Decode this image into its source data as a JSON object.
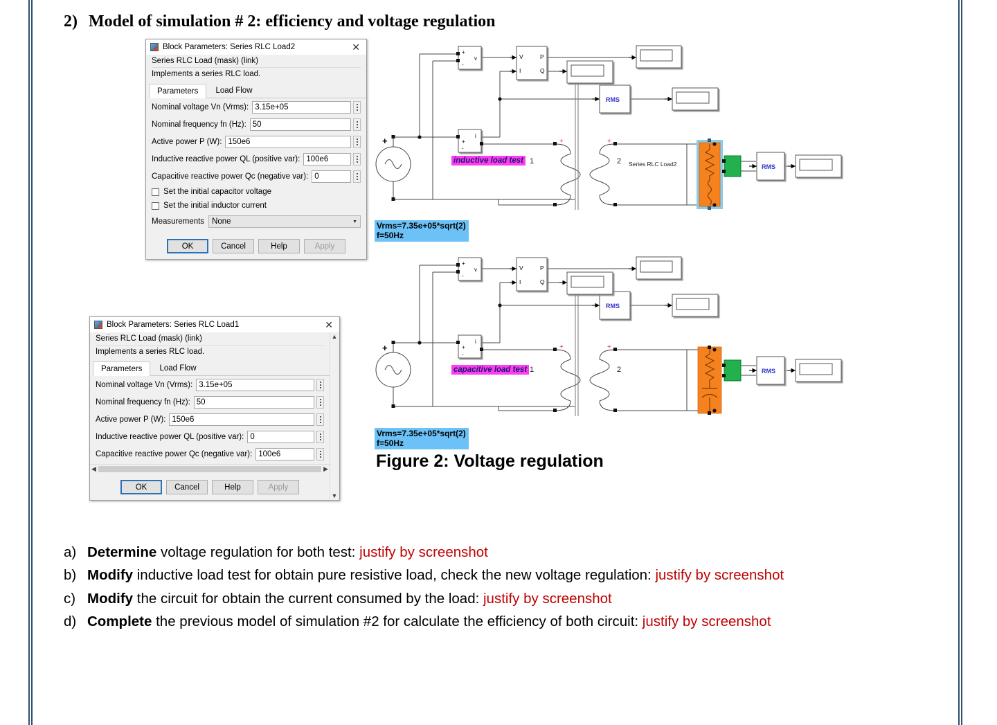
{
  "heading": {
    "number": "2)",
    "title": "Model of simulation # 2: efficiency and voltage regulation"
  },
  "dialogs": [
    {
      "id": "series-rlc-load2",
      "title": "Block Parameters: Series RLC Load2",
      "close_label": "✕",
      "desc_line1": "Series RLC Load (mask) (link)",
      "desc_line2": "Implements a series RLC load.",
      "tabs": [
        {
          "label": "Parameters",
          "active": true
        },
        {
          "label": "Load Flow",
          "active": false
        }
      ],
      "fields": [
        {
          "label": "Nominal voltage Vn (Vrms):",
          "value": "3.15e+05"
        },
        {
          "label": "Nominal frequency fn (Hz):",
          "value": "50"
        },
        {
          "label": "Active power P (W):",
          "value": "150e6"
        },
        {
          "label": "Inductive reactive power QL (positive var):",
          "value": "100e6"
        },
        {
          "label": "Capacitive reactive power Qc (negative var):",
          "value": "0"
        }
      ],
      "checkboxes": [
        {
          "label": "Set the initial capacitor voltage",
          "checked": false
        },
        {
          "label": "Set the initial inductor current",
          "checked": false
        }
      ],
      "select": {
        "label": "Measurements",
        "value": "None"
      },
      "buttons": [
        {
          "label": "OK",
          "style": "primary"
        },
        {
          "label": "Cancel",
          "style": "normal"
        },
        {
          "label": "Help",
          "style": "normal"
        },
        {
          "label": "Apply",
          "style": "disabled"
        }
      ]
    },
    {
      "id": "series-rlc-load1",
      "title": "Block Parameters: Series RLC Load1",
      "close_label": "✕",
      "desc_line1": "Series RLC Load (mask) (link)",
      "desc_line2": "Implements a series RLC load.",
      "tabs": [
        {
          "label": "Parameters",
          "active": true
        },
        {
          "label": "Load Flow",
          "active": false
        }
      ],
      "fields": [
        {
          "label": "Nominal voltage Vn (Vrms):",
          "value": "3.15e+05"
        },
        {
          "label": "Nominal frequency fn (Hz):",
          "value": "50"
        },
        {
          "label": "Active power P (W):",
          "value": "150e6"
        },
        {
          "label": "Inductive reactive power QL (positive var):",
          "value": "0"
        },
        {
          "label": "Capacitive reactive power Qc (negative var):",
          "value": "100e6"
        }
      ],
      "buttons": [
        {
          "label": "OK",
          "style": "primary"
        },
        {
          "label": "Cancel",
          "style": "normal"
        },
        {
          "label": "Help",
          "style": "normal"
        },
        {
          "label": "Apply",
          "style": "disabled"
        }
      ]
    }
  ],
  "circuits": {
    "top": {
      "test_label": "inductive load test",
      "source_note_line1": "Vrms=7.35e+05*sqrt(2)",
      "source_note_line2": "f=50Hz",
      "winding_primary_number": "1",
      "winding_secondary_number": "2",
      "load_label": "Series RLC Load2",
      "vi_block": {
        "plus": "+",
        "minus": "-",
        "v": "v",
        "i": "i"
      },
      "pq_block": {
        "in_v": "V",
        "in_i": "I",
        "out_p": "P",
        "out_q": "Q"
      },
      "rms_label": "RMS",
      "source_polarity": "+"
    },
    "bottom": {
      "test_label": "capacitive load test",
      "source_note_line1": "Vrms=7.35e+05*sqrt(2)",
      "source_note_line2": "f=50Hz",
      "winding_primary_number": "1",
      "winding_secondary_number": "2",
      "load_label": "",
      "vi_block": {
        "plus": "+",
        "minus": "-",
        "v": "v",
        "i": "i"
      },
      "pq_block": {
        "in_v": "V",
        "in_i": "I",
        "out_p": "P",
        "out_q": "Q"
      },
      "rms_label": "RMS",
      "source_polarity": "+"
    }
  },
  "figure_caption": "Figure 2: Voltage regulation",
  "questions": [
    {
      "marker": "a)",
      "segments": [
        {
          "text": "Determine ",
          "bold": true,
          "red": false
        },
        {
          "text": "voltage regulation for both test: ",
          "bold": false,
          "red": false
        },
        {
          "text": "justify by screenshot",
          "bold": false,
          "red": true
        }
      ]
    },
    {
      "marker": "b)",
      "segments": [
        {
          "text": "Modify ",
          "bold": true,
          "red": false
        },
        {
          "text": "inductive load test for obtain pure resistive load, check the new voltage regulation: ",
          "bold": false,
          "red": false
        },
        {
          "text": "justify by screenshot",
          "bold": false,
          "red": true
        }
      ]
    },
    {
      "marker": "c)",
      "segments": [
        {
          "text": "Modify ",
          "bold": true,
          "red": false
        },
        {
          "text": "the circuit for obtain the current consumed by the load: ",
          "bold": false,
          "red": false
        },
        {
          "text": "justify by screenshot",
          "bold": false,
          "red": true
        }
      ]
    },
    {
      "marker": "d)",
      "segments": [
        {
          "text": "Complete ",
          "bold": true,
          "red": false
        },
        {
          "text": "the previous model of simulation #2 for calculate the efficiency of both circuit: ",
          "bold": false,
          "red": false
        },
        {
          "text": "justify by screenshot",
          "bold": false,
          "red": true
        }
      ]
    }
  ],
  "colors": {
    "border_rule": "#2e4f6e",
    "highlight_magenta": "#ff3df0",
    "highlight_blue": "#6cc1f7",
    "load_orange": "#f5821f",
    "load_selected_outline": "#8ecae6",
    "measure_green": "#22b14c",
    "rms_text": "#3333cc",
    "question_red": "#c00000"
  }
}
